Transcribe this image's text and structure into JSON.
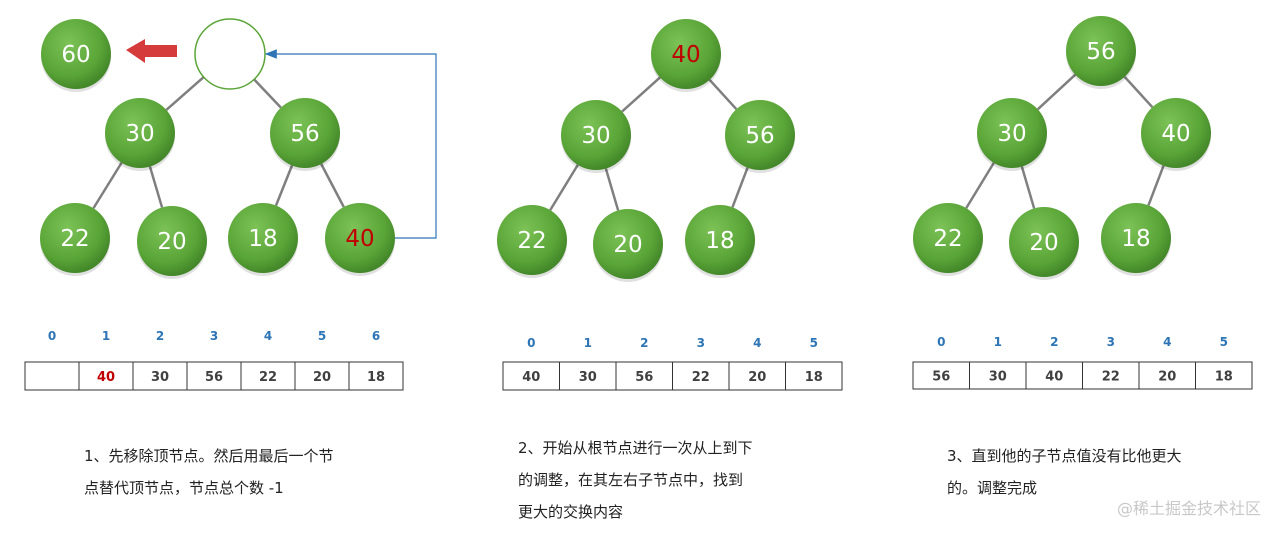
{
  "colors": {
    "node": "#5aa537",
    "highlight": "#c00000",
    "index": "#2e75b6",
    "edge": "#7f7f7f",
    "arrow_red": "#d63b3b",
    "arrow_blue": "#2e75b6"
  },
  "panels": [
    {
      "removed": "60",
      "nodes": [
        {
          "label": "",
          "empty": true
        },
        {
          "label": "30"
        },
        {
          "label": "56"
        },
        {
          "label": "22"
        },
        {
          "label": "20"
        },
        {
          "label": "18"
        },
        {
          "label": "40",
          "highlight": true
        }
      ],
      "array": {
        "indices": [
          "0",
          "1",
          "2",
          "3",
          "4",
          "5",
          "6"
        ],
        "cells": [
          {
            "value": ""
          },
          {
            "value": "40",
            "highlight": true
          },
          {
            "value": "30"
          },
          {
            "value": "56"
          },
          {
            "value": "22"
          },
          {
            "value": "20"
          },
          {
            "value": "18"
          }
        ]
      },
      "caption": [
        "1、先移除顶节点。然后用最后一个节",
        "点替代顶节点，节点总个数 -1"
      ]
    },
    {
      "nodes": [
        {
          "label": "40",
          "highlight": true
        },
        {
          "label": "30"
        },
        {
          "label": "56"
        },
        {
          "label": "22"
        },
        {
          "label": "20"
        },
        {
          "label": "18"
        }
      ],
      "array": {
        "indices": [
          "0",
          "1",
          "2",
          "3",
          "4",
          "5"
        ],
        "cells": [
          {
            "value": "40"
          },
          {
            "value": "30"
          },
          {
            "value": "56"
          },
          {
            "value": "22"
          },
          {
            "value": "20"
          },
          {
            "value": "18"
          }
        ]
      },
      "caption": [
        "2、开始从根节点进行一次从上到下",
        "的调整，在其左右子节点中，找到",
        "更大的交换内容"
      ]
    },
    {
      "nodes": [
        {
          "label": "56"
        },
        {
          "label": "30"
        },
        {
          "label": "40"
        },
        {
          "label": "22"
        },
        {
          "label": "20"
        },
        {
          "label": "18"
        }
      ],
      "array": {
        "indices": [
          "0",
          "1",
          "2",
          "3",
          "4",
          "5"
        ],
        "cells": [
          {
            "value": "56"
          },
          {
            "value": "30"
          },
          {
            "value": "40"
          },
          {
            "value": "22"
          },
          {
            "value": "20"
          },
          {
            "value": "18"
          }
        ]
      },
      "caption": [
        "3、直到他的子节点值没有比他更大",
        "的。调整完成"
      ]
    }
  ],
  "watermark": "@稀土掘金技术社区"
}
